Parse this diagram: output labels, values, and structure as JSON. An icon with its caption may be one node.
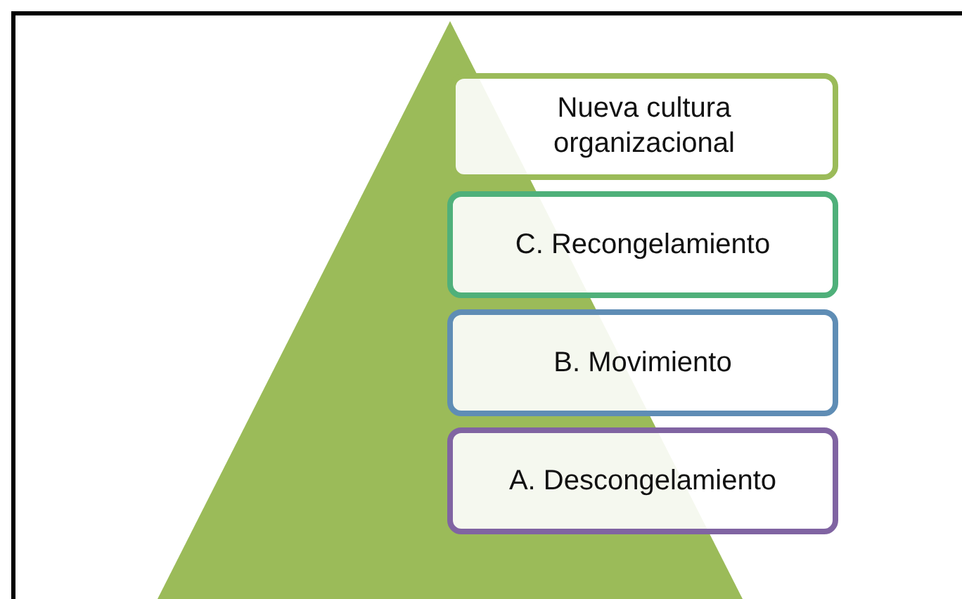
{
  "diagram": {
    "nodes": [
      {
        "text": [
          "Nueva cultura organizacional"
        ]
      },
      {
        "text": [
          "C. Recongelamiento"
        ]
      },
      {
        "text": [
          "B. Movimiento"
        ]
      },
      {
        "text": [
          "A. Descongelamiento"
        ]
      }
    ]
  }
}
